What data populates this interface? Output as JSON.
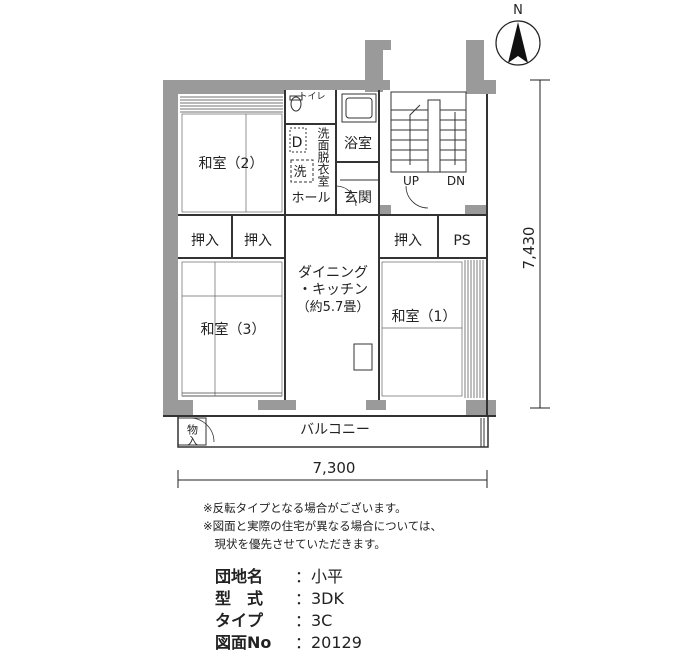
{
  "north": "N",
  "rooms": {
    "toilet": "トイレ",
    "washroom": "洗面脱衣室",
    "washer": "洗",
    "bath": "浴室",
    "hall": "ホール",
    "entrance": "玄関",
    "washitsu2": "和室（2）",
    "washitsu3": "和室（3）",
    "washitsu1": "和室（1）",
    "closet_a": "押入",
    "closet_b": "押入",
    "closet_c": "押入",
    "ps": "PS",
    "dk_line1": "ダイニング",
    "dk_line2": "・キッチン",
    "dk_line3": "（約5.7畳）",
    "balcony": "バルコニー",
    "storage": "物入",
    "up": "UP",
    "dn": "DN",
    "d_mark": "D"
  },
  "dimensions": {
    "width": "7,300",
    "depth": "7,430"
  },
  "notes": [
    "※反転タイプとなる場合がございます。",
    "※図面と実際の住宅が異なる場合については、",
    "　現状を優先させていただきます。"
  ],
  "info": [
    {
      "key": "団地名",
      "value": "小平"
    },
    {
      "key": "型　式",
      "value": "3DK"
    },
    {
      "key": "タイプ",
      "value": "3C"
    },
    {
      "key": "図面No",
      "value": "20129"
    }
  ]
}
